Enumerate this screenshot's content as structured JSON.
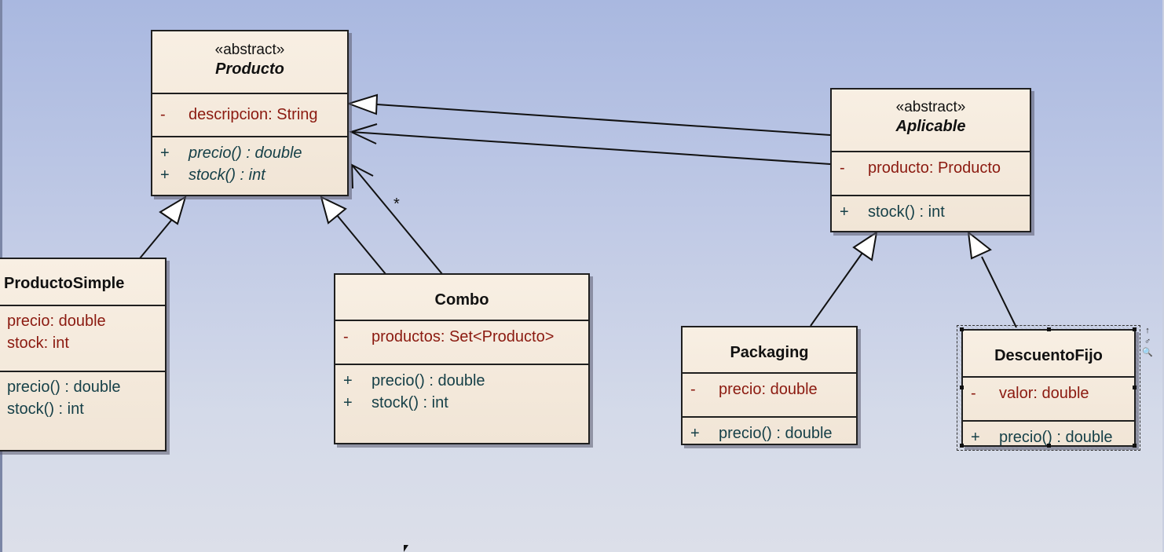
{
  "classes": {
    "producto": {
      "stereotype": "«abstract»",
      "name": "Producto",
      "attributes": [
        {
          "vis": "-",
          "text": "descripcion:  String"
        }
      ],
      "operations": [
        {
          "vis": "+",
          "text": "precio() : double"
        },
        {
          "vis": "+",
          "text": "stock() : int"
        }
      ]
    },
    "aplicable": {
      "stereotype": "«abstract»",
      "name": "Aplicable",
      "attributes": [
        {
          "vis": "-",
          "text": "producto:  Producto"
        }
      ],
      "operations": [
        {
          "vis": "+",
          "text": "stock() : int"
        }
      ]
    },
    "producto_simple": {
      "name": "ProductoSimple",
      "attributes": [
        {
          "text": "precio:  double"
        },
        {
          "text": "stock:  int"
        }
      ],
      "operations": [
        {
          "text": "precio() : double"
        },
        {
          "text": "stock() : int"
        }
      ]
    },
    "combo": {
      "name": "Combo",
      "attributes": [
        {
          "vis": "-",
          "text": "productos:  Set<Producto>"
        }
      ],
      "operations": [
        {
          "vis": "+",
          "text": "precio() : double"
        },
        {
          "vis": "+",
          "text": "stock() : int"
        }
      ]
    },
    "packaging": {
      "name": "Packaging",
      "attributes": [
        {
          "vis": "-",
          "text": "precio:  double"
        }
      ],
      "operations": [
        {
          "vis": "+",
          "text": "precio() : double"
        }
      ]
    },
    "descuento_fijo": {
      "name": "DescuentoFijo",
      "attributes": [
        {
          "vis": "-",
          "text": "valor:  double"
        }
      ],
      "operations": [
        {
          "vis": "+",
          "text": "precio() : double"
        }
      ]
    }
  },
  "associations": {
    "combo_producto_multiplicity": "*"
  },
  "colors": {
    "attribute": "#8b1a10",
    "operation": "#164048",
    "class_fill": "#f4eadc",
    "line": "#111111"
  }
}
